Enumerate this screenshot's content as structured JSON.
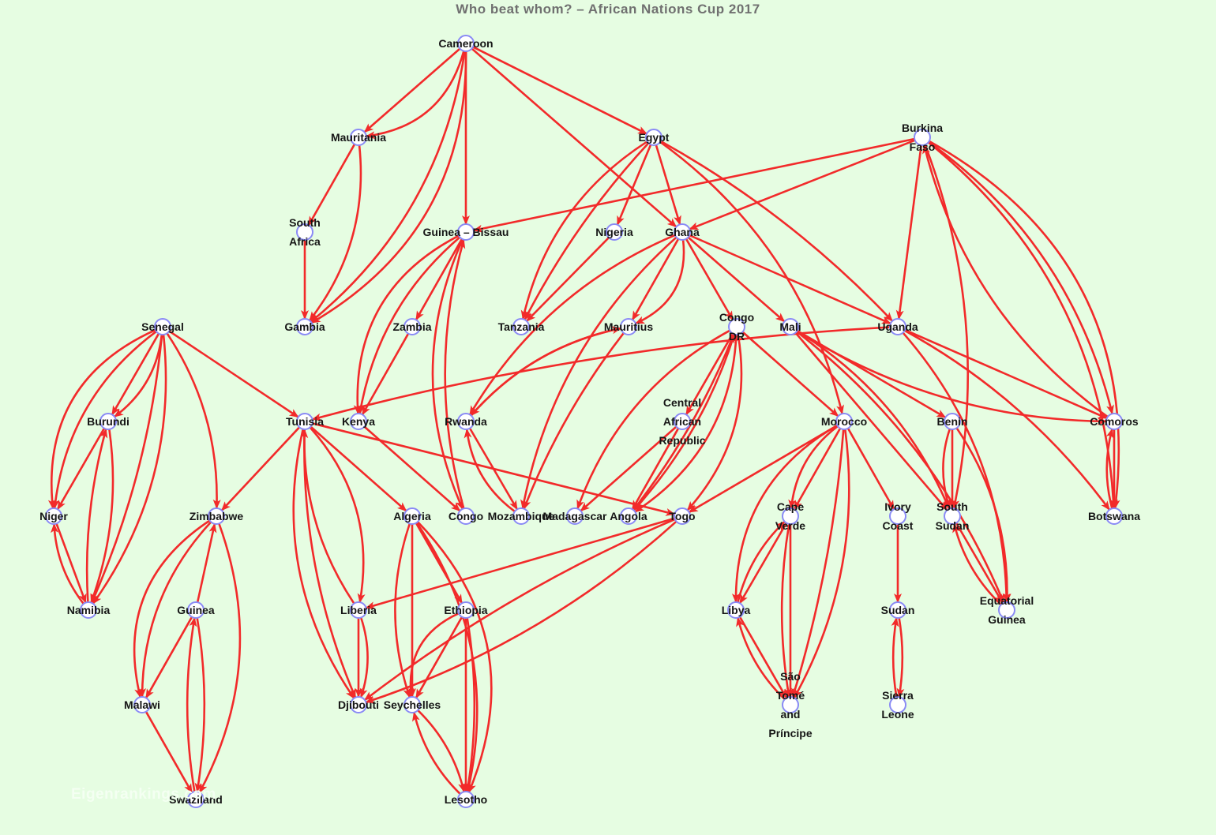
{
  "title": "Who beat whom?  –  African Nations Cup 2017",
  "watermark": "Eigenrankings.com",
  "colors": {
    "background": "#e6fde2",
    "edge": "#f22a2a",
    "node_stroke": "#8a8af5",
    "node_fill": "#ffffff"
  },
  "nodes": [
    {
      "id": "cameroon",
      "lines": [
        "Cameroon"
      ]
    },
    {
      "id": "mauritania",
      "lines": [
        "Mauritania"
      ]
    },
    {
      "id": "egypt",
      "lines": [
        "Egypt"
      ]
    },
    {
      "id": "burkina",
      "lines": [
        "Burkina",
        "Faso"
      ]
    },
    {
      "id": "southafrica",
      "lines": [
        "South",
        "Africa"
      ]
    },
    {
      "id": "guineabissau",
      "lines": [
        "Guinea – Bissau"
      ]
    },
    {
      "id": "nigeria",
      "lines": [
        "Nigeria"
      ]
    },
    {
      "id": "ghana",
      "lines": [
        "Ghana"
      ]
    },
    {
      "id": "senegal",
      "lines": [
        "Senegal"
      ]
    },
    {
      "id": "gambia",
      "lines": [
        "Gambia"
      ]
    },
    {
      "id": "zambia",
      "lines": [
        "Zambia"
      ]
    },
    {
      "id": "tanzania",
      "lines": [
        "Tanzania"
      ]
    },
    {
      "id": "mauritius",
      "lines": [
        "Mauritius"
      ]
    },
    {
      "id": "congodr",
      "lines": [
        "Congo",
        "DR"
      ]
    },
    {
      "id": "mali",
      "lines": [
        "Mali"
      ]
    },
    {
      "id": "uganda",
      "lines": [
        "Uganda"
      ]
    },
    {
      "id": "burundi",
      "lines": [
        "Burundi"
      ]
    },
    {
      "id": "tunisia",
      "lines": [
        "Tunisia"
      ]
    },
    {
      "id": "kenya",
      "lines": [
        "Kenya"
      ]
    },
    {
      "id": "rwanda",
      "lines": [
        "Rwanda"
      ]
    },
    {
      "id": "car",
      "lines": [
        "Central",
        "African",
        "Republic"
      ]
    },
    {
      "id": "morocco",
      "lines": [
        "Morocco"
      ]
    },
    {
      "id": "benin",
      "lines": [
        "Benin"
      ]
    },
    {
      "id": "comoros",
      "lines": [
        "Comoros"
      ]
    },
    {
      "id": "niger",
      "lines": [
        "Niger"
      ]
    },
    {
      "id": "zimbabwe",
      "lines": [
        "Zimbabwe"
      ]
    },
    {
      "id": "algeria",
      "lines": [
        "Algeria"
      ]
    },
    {
      "id": "congo",
      "lines": [
        "Congo"
      ]
    },
    {
      "id": "mozambique",
      "lines": [
        "Mozambique"
      ]
    },
    {
      "id": "madagascar",
      "lines": [
        "Madagascar"
      ]
    },
    {
      "id": "angola",
      "lines": [
        "Angola"
      ]
    },
    {
      "id": "togo",
      "lines": [
        "Togo"
      ]
    },
    {
      "id": "capeverde",
      "lines": [
        "Cape",
        "Verde"
      ]
    },
    {
      "id": "ivorycoast",
      "lines": [
        "Ivory",
        "Coast"
      ]
    },
    {
      "id": "southsudan",
      "lines": [
        "South",
        "Sudan"
      ]
    },
    {
      "id": "botswana",
      "lines": [
        "Botswana"
      ]
    },
    {
      "id": "namibia",
      "lines": [
        "Namibia"
      ]
    },
    {
      "id": "guinea",
      "lines": [
        "Guinea"
      ]
    },
    {
      "id": "liberia",
      "lines": [
        "Liberia"
      ]
    },
    {
      "id": "ethiopia",
      "lines": [
        "Ethiopia"
      ]
    },
    {
      "id": "libya",
      "lines": [
        "Libya"
      ]
    },
    {
      "id": "sudan",
      "lines": [
        "Sudan"
      ]
    },
    {
      "id": "eqguinea",
      "lines": [
        "Equatorial",
        "Guinea"
      ]
    },
    {
      "id": "malawi",
      "lines": [
        "Malawi"
      ]
    },
    {
      "id": "djibouti",
      "lines": [
        "Djibouti"
      ]
    },
    {
      "id": "seychelles",
      "lines": [
        "Seychelles"
      ]
    },
    {
      "id": "saotome",
      "lines": [
        "São",
        "Tomé",
        "and",
        "Príncipe"
      ]
    },
    {
      "id": "sierraleone",
      "lines": [
        "Sierra",
        "Leone"
      ]
    },
    {
      "id": "swaziland",
      "lines": [
        "Swaziland"
      ]
    },
    {
      "id": "lesotho",
      "lines": [
        "Lesotho"
      ]
    }
  ],
  "edges": [
    {
      "from": "cameroon",
      "to": "mauritania",
      "bend": 0
    },
    {
      "from": "cameroon",
      "to": "mauritania",
      "bend": -30
    },
    {
      "from": "cameroon",
      "to": "gambia",
      "bend": -40
    },
    {
      "from": "cameroon",
      "to": "gambia",
      "bend": -60
    },
    {
      "from": "cameroon",
      "to": "guineabissau",
      "bend": 0
    },
    {
      "from": "cameroon",
      "to": "egypt",
      "bend": 0
    },
    {
      "from": "cameroon",
      "to": "ghana",
      "bend": 0
    },
    {
      "from": "mauritania",
      "to": "southafrica",
      "bend": 0
    },
    {
      "from": "mauritania",
      "to": "gambia",
      "bend": -25
    },
    {
      "from": "southafrica",
      "to": "gambia",
      "bend": 0
    },
    {
      "from": "egypt",
      "to": "nigeria",
      "bend": 0
    },
    {
      "from": "egypt",
      "to": "ghana",
      "bend": 0
    },
    {
      "from": "egypt",
      "to": "tanzania",
      "bend": 30
    },
    {
      "from": "egypt",
      "to": "tanzania",
      "bend": 10
    },
    {
      "from": "egypt",
      "to": "uganda",
      "bend": -15
    },
    {
      "from": "egypt",
      "to": "morocco",
      "bend": -40
    },
    {
      "from": "nigeria",
      "to": "tanzania",
      "bend": 0
    },
    {
      "from": "burkina",
      "to": "guineabissau",
      "bend": 0
    },
    {
      "from": "burkina",
      "to": "ghana",
      "bend": 0
    },
    {
      "from": "burkina",
      "to": "uganda",
      "bend": 0
    },
    {
      "from": "burkina",
      "to": "southsudan",
      "bend": -35
    },
    {
      "from": "burkina",
      "to": "comoros",
      "bend": -40
    },
    {
      "from": "burkina",
      "to": "botswana",
      "bend": -60
    },
    {
      "from": "burkina",
      "to": "botswana",
      "bend": -90
    },
    {
      "from": "comoros",
      "to": "burkina",
      "bend": -40
    },
    {
      "from": "guineabissau",
      "to": "zambia",
      "bend": 0
    },
    {
      "from": "guineabissau",
      "to": "kenya",
      "bend": 25
    },
    {
      "from": "guineabissau",
      "to": "kenya",
      "bend": 45
    },
    {
      "from": "guineabissau",
      "to": "congo",
      "bend": 40
    },
    {
      "from": "congo",
      "to": "guineabissau",
      "bend": -25
    },
    {
      "from": "zambia",
      "to": "kenya",
      "bend": 0
    },
    {
      "from": "kenya",
      "to": "congo",
      "bend": 0
    },
    {
      "from": "ghana",
      "to": "mauritius",
      "bend": 0
    },
    {
      "from": "ghana",
      "to": "mauritius",
      "bend": -25
    },
    {
      "from": "ghana",
      "to": "congodr",
      "bend": 0
    },
    {
      "from": "ghana",
      "to": "mali",
      "bend": 0
    },
    {
      "from": "ghana",
      "to": "uganda",
      "bend": 0
    },
    {
      "from": "ghana",
      "to": "rwanda",
      "bend": 30
    },
    {
      "from": "ghana",
      "to": "mozambique",
      "bend": 35
    },
    {
      "from": "mauritius",
      "to": "rwanda",
      "bend": 20
    },
    {
      "from": "mauritius",
      "to": "mozambique",
      "bend": 10
    },
    {
      "from": "rwanda",
      "to": "mauritius",
      "bend": -20
    },
    {
      "from": "rwanda",
      "to": "mozambique",
      "bend": 0
    },
    {
      "from": "mozambique",
      "to": "rwanda",
      "bend": -15
    },
    {
      "from": "congodr",
      "to": "car",
      "bend": 0
    },
    {
      "from": "congodr",
      "to": "morocco",
      "bend": 0
    },
    {
      "from": "congodr",
      "to": "togo",
      "bend": -30
    },
    {
      "from": "congodr",
      "to": "madagascar",
      "bend": 30
    },
    {
      "from": "congodr",
      "to": "angola",
      "bend": -15
    },
    {
      "from": "congodr",
      "to": "angola",
      "bend": -35
    },
    {
      "from": "angola",
      "to": "congodr",
      "bend": 10
    },
    {
      "from": "car",
      "to": "madagascar",
      "bend": 0
    },
    {
      "from": "car",
      "to": "angola",
      "bend": 0
    },
    {
      "from": "mali",
      "to": "benin",
      "bend": 0
    },
    {
      "from": "mali",
      "to": "southsudan",
      "bend": 0
    },
    {
      "from": "mali",
      "to": "southsudan",
      "bend": -25
    },
    {
      "from": "mali",
      "to": "comoros",
      "bend": 30
    },
    {
      "from": "mali",
      "to": "eqguinea",
      "bend": -30
    },
    {
      "from": "uganda",
      "to": "tunisia",
      "bend": 20
    },
    {
      "from": "uganda",
      "to": "comoros",
      "bend": 0
    },
    {
      "from": "uganda",
      "to": "botswana",
      "bend": -20
    },
    {
      "from": "uganda",
      "to": "eqguinea",
      "bend": -35
    },
    {
      "from": "senegal",
      "to": "burundi",
      "bend": 0
    },
    {
      "from": "senegal",
      "to": "burundi",
      "bend": -15
    },
    {
      "from": "senegal",
      "to": "niger",
      "bend": 30
    },
    {
      "from": "senegal",
      "to": "niger",
      "bend": 50
    },
    {
      "from": "senegal",
      "to": "namibia",
      "bend": -15
    },
    {
      "from": "senegal",
      "to": "namibia",
      "bend": -35
    },
    {
      "from": "senegal",
      "to": "zimbabwe",
      "bend": -20
    },
    {
      "from": "senegal",
      "to": "tunisia",
      "bend": 0
    },
    {
      "from": "burundi",
      "to": "niger",
      "bend": 0
    },
    {
      "from": "burundi",
      "to": "namibia",
      "bend": -15
    },
    {
      "from": "namibia",
      "to": "burundi",
      "bend": -10
    },
    {
      "from": "niger",
      "to": "namibia",
      "bend": 0
    },
    {
      "from": "namibia",
      "to": "niger",
      "bend": -10
    },
    {
      "from": "tunisia",
      "to": "zimbabwe",
      "bend": 0
    },
    {
      "from": "tunisia",
      "to": "algeria",
      "bend": 0
    },
    {
      "from": "tunisia",
      "to": "togo",
      "bend": 0
    },
    {
      "from": "tunisia",
      "to": "liberia",
      "bend": -30
    },
    {
      "from": "tunisia",
      "to": "djibouti",
      "bend": 40
    },
    {
      "from": "tunisia",
      "to": "djibouti",
      "bend": 20
    },
    {
      "from": "liberia",
      "to": "tunisia",
      "bend": -20
    },
    {
      "from": "zimbabwe",
      "to": "malawi",
      "bend": 25
    },
    {
      "from": "zimbabwe",
      "to": "malawi",
      "bend": 45
    },
    {
      "from": "zimbabwe",
      "to": "swaziland",
      "bend": -40
    },
    {
      "from": "guinea",
      "to": "zimbabwe",
      "bend": 0
    },
    {
      "from": "guinea",
      "to": "malawi",
      "bend": 0
    },
    {
      "from": "guinea",
      "to": "swaziland",
      "bend": -10
    },
    {
      "from": "swaziland",
      "to": "guinea",
      "bend": -10
    },
    {
      "from": "malawi",
      "to": "swaziland",
      "bend": 0
    },
    {
      "from": "algeria",
      "to": "ethiopia",
      "bend": 0
    },
    {
      "from": "algeria",
      "to": "seychelles",
      "bend": 0
    },
    {
      "from": "algeria",
      "to": "seychelles",
      "bend": 20
    },
    {
      "from": "algeria",
      "to": "lesotho",
      "bend": -40
    },
    {
      "from": "algeria",
      "to": "lesotho",
      "bend": -60
    },
    {
      "from": "ethiopia",
      "to": "seychelles",
      "bend": 0
    },
    {
      "from": "ethiopia",
      "to": "seychelles",
      "bend": 25
    },
    {
      "from": "ethiopia",
      "to": "lesotho",
      "bend": 0
    },
    {
      "from": "ethiopia",
      "to": "lesotho",
      "bend": -10
    },
    {
      "from": "seychelles",
      "to": "lesotho",
      "bend": -10
    },
    {
      "from": "lesotho",
      "to": "seychelles",
      "bend": -10
    },
    {
      "from": "liberia",
      "to": "djibouti",
      "bend": 0
    },
    {
      "from": "liberia",
      "to": "djibouti",
      "bend": -10
    },
    {
      "from": "togo",
      "to": "liberia",
      "bend": 0
    },
    {
      "from": "togo",
      "to": "djibouti",
      "bend": 15
    },
    {
      "from": "togo",
      "to": "djibouti",
      "bend": -25
    },
    {
      "from": "morocco",
      "to": "togo",
      "bend": 0
    },
    {
      "from": "morocco",
      "to": "capeverde",
      "bend": 0
    },
    {
      "from": "morocco",
      "to": "capeverde",
      "bend": 15
    },
    {
      "from": "morocco",
      "to": "ivorycoast",
      "bend": 0
    },
    {
      "from": "morocco",
      "to": "libya",
      "bend": 40
    },
    {
      "from": "morocco",
      "to": "saotome",
      "bend": -10
    },
    {
      "from": "morocco",
      "to": "saotome",
      "bend": -30
    },
    {
      "from": "capeverde",
      "to": "libya",
      "bend": 0
    },
    {
      "from": "libya",
      "to": "capeverde",
      "bend": -10
    },
    {
      "from": "capeverde",
      "to": "saotome",
      "bend": 0
    },
    {
      "from": "capeverde",
      "to": "saotome",
      "bend": 10
    },
    {
      "from": "libya",
      "to": "saotome",
      "bend": 0
    },
    {
      "from": "saotome",
      "to": "libya",
      "bend": -10
    },
    {
      "from": "ivorycoast",
      "to": "sudan",
      "bend": 0
    },
    {
      "from": "sudan",
      "to": "sierraleone",
      "bend": -5
    },
    {
      "from": "sierraleone",
      "to": "sudan",
      "bend": -5
    },
    {
      "from": "benin",
      "to": "southsudan",
      "bend": 0
    },
    {
      "from": "benin",
      "to": "southsudan",
      "bend": 10
    },
    {
      "from": "benin",
      "to": "eqguinea",
      "bend": -20
    },
    {
      "from": "southsudan",
      "to": "eqguinea",
      "bend": 0
    },
    {
      "from": "eqguinea",
      "to": "southsudan",
      "bend": -10
    },
    {
      "from": "comoros",
      "to": "botswana",
      "bend": 0
    },
    {
      "from": "botswana",
      "to": "comoros",
      "bend": -8
    }
  ]
}
